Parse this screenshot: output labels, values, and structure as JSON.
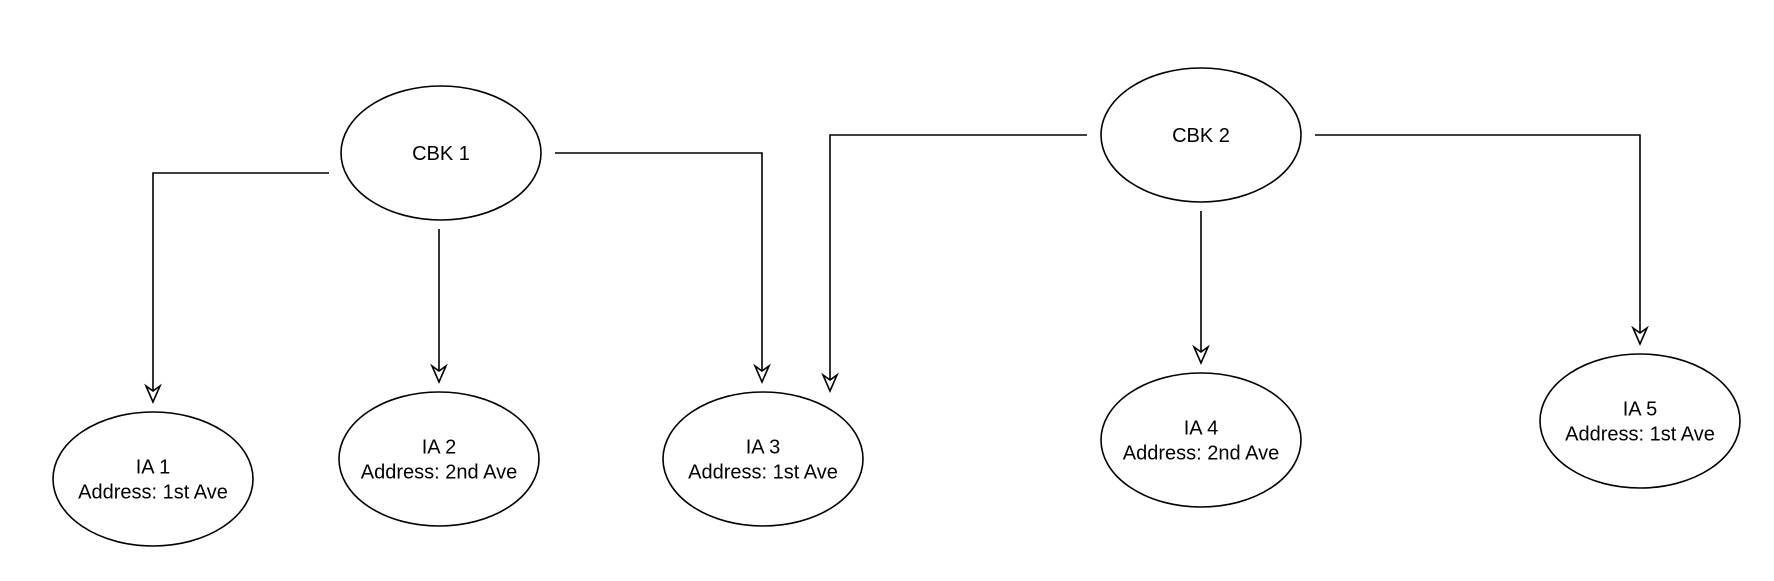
{
  "diagram": {
    "nodes": [
      {
        "id": "cbk1",
        "lines": [
          "CBK 1"
        ]
      },
      {
        "id": "cbk2",
        "lines": [
          "CBK 2"
        ]
      },
      {
        "id": "ia1",
        "lines": [
          "IA 1",
          "Address: 1st Ave"
        ]
      },
      {
        "id": "ia2",
        "lines": [
          "IA 2",
          "Address: 2nd Ave"
        ]
      },
      {
        "id": "ia3",
        "lines": [
          "IA 3",
          "Address: 1st Ave"
        ]
      },
      {
        "id": "ia4",
        "lines": [
          "IA 4",
          "Address: 2nd Ave"
        ]
      },
      {
        "id": "ia5",
        "lines": [
          "IA 5",
          "Address: 1st Ave"
        ]
      }
    ],
    "edges": [
      {
        "from": "cbk1",
        "to": "ia1"
      },
      {
        "from": "cbk1",
        "to": "ia2"
      },
      {
        "from": "cbk1",
        "to": "ia3"
      },
      {
        "from": "cbk2",
        "to": "ia3"
      },
      {
        "from": "cbk2",
        "to": "ia4"
      },
      {
        "from": "cbk2",
        "to": "ia5"
      }
    ]
  }
}
